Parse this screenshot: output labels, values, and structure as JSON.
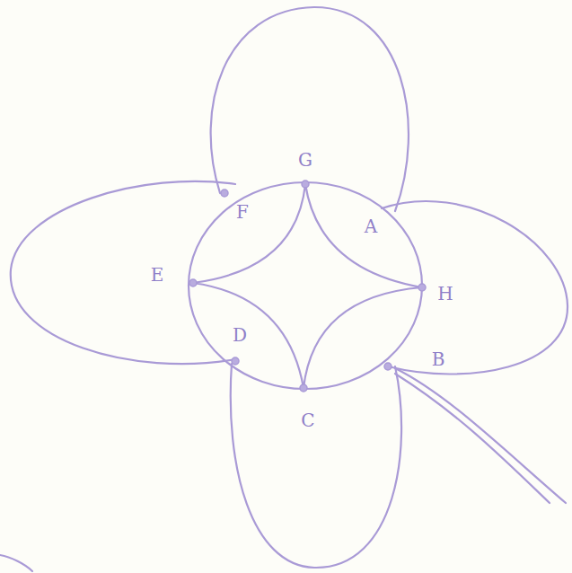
{
  "diagram": {
    "labels": [
      "G",
      "F",
      "A",
      "E",
      "H",
      "D",
      "B",
      "C"
    ]
  }
}
